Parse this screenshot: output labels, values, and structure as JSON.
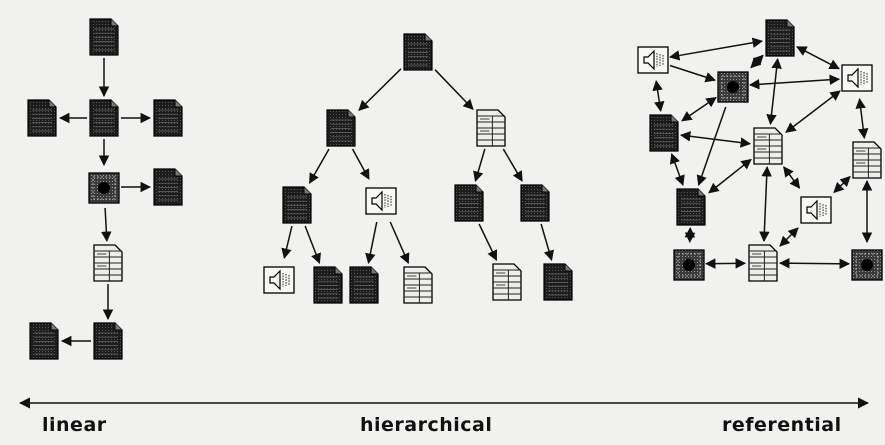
{
  "axis_labels": {
    "left": "linear",
    "center": "hierarchical",
    "right": "referential"
  },
  "colors": {
    "background": "#f1f1ef",
    "ink": "#111111",
    "dark_page": "#1c1c1c",
    "light_page": "#e9e9e6"
  },
  "node_types": [
    "text-document",
    "image-document",
    "audio-document",
    "table-document"
  ],
  "diagrams": {
    "linear": {
      "nodes": [
        {
          "id": "L1",
          "type": "text-document"
        },
        {
          "id": "L2",
          "type": "text-document"
        },
        {
          "id": "L3",
          "type": "text-document"
        },
        {
          "id": "L4",
          "type": "text-document"
        },
        {
          "id": "L5",
          "type": "image-document"
        },
        {
          "id": "L6",
          "type": "text-document"
        },
        {
          "id": "L7",
          "type": "table-document"
        },
        {
          "id": "L8",
          "type": "text-document"
        },
        {
          "id": "L9",
          "type": "text-document"
        }
      ]
    },
    "hierarchical": {
      "nodes": [
        {
          "id": "H1",
          "type": "text-document"
        },
        {
          "id": "H2",
          "type": "text-document"
        },
        {
          "id": "H3",
          "type": "table-document"
        },
        {
          "id": "H4",
          "type": "text-document"
        },
        {
          "id": "H5",
          "type": "audio-document"
        },
        {
          "id": "H6",
          "type": "text-document"
        },
        {
          "id": "H7",
          "type": "text-document"
        },
        {
          "id": "H8",
          "type": "audio-document"
        },
        {
          "id": "H9",
          "type": "text-document"
        },
        {
          "id": "H10",
          "type": "text-document"
        },
        {
          "id": "H11",
          "type": "table-document"
        },
        {
          "id": "H12",
          "type": "table-document"
        },
        {
          "id": "H13",
          "type": "text-document"
        }
      ]
    },
    "referential": {
      "nodes": [
        {
          "id": "R1",
          "type": "text-document"
        },
        {
          "id": "R2",
          "type": "audio-document"
        },
        {
          "id": "R3",
          "type": "image-document"
        },
        {
          "id": "R4",
          "type": "audio-document"
        },
        {
          "id": "R5",
          "type": "text-document"
        },
        {
          "id": "R6",
          "type": "table-document"
        },
        {
          "id": "R7",
          "type": "table-document"
        },
        {
          "id": "R8",
          "type": "audio-document"
        },
        {
          "id": "R9",
          "type": "text-document"
        },
        {
          "id": "R10",
          "type": "image-document"
        },
        {
          "id": "R11",
          "type": "table-document"
        },
        {
          "id": "R12",
          "type": "image-document"
        }
      ]
    }
  }
}
